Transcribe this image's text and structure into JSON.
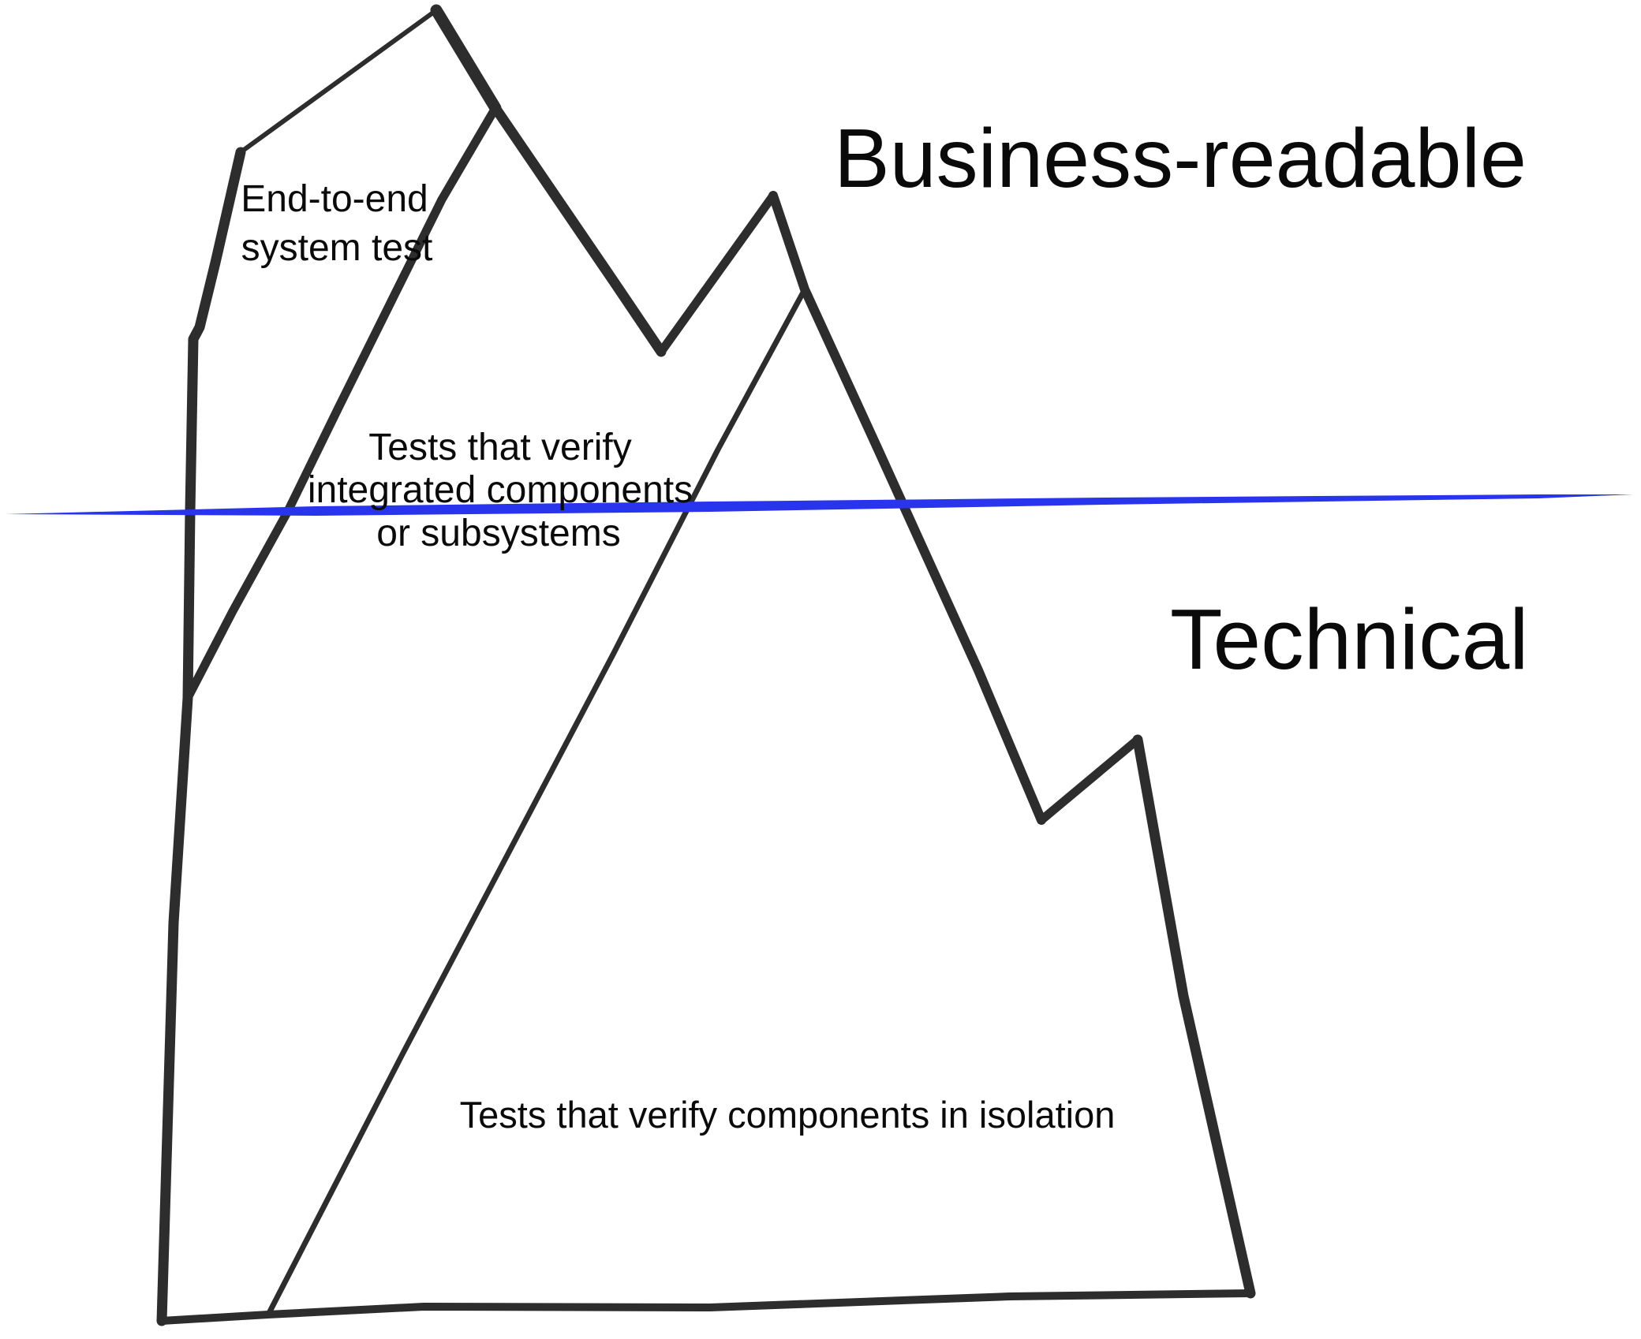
{
  "diagram_title": "Testing iceberg sketch",
  "region_labels": {
    "above_waterline": "Business-readable",
    "below_waterline": "Technical"
  },
  "zone_labels": {
    "end_to_end": {
      "lines": [
        "End-to-end",
        "system test"
      ]
    },
    "integration": {
      "lines": [
        "Tests that verify",
        "integrated components",
        "or subsystems"
      ]
    },
    "unit": {
      "lines": [
        "Tests that verify components in isolation"
      ]
    }
  },
  "colors": {
    "background": "#ffffff",
    "ink": "#2d2d2d",
    "text": "#0a0a0a",
    "waterline_blue": "#2935ec"
  }
}
